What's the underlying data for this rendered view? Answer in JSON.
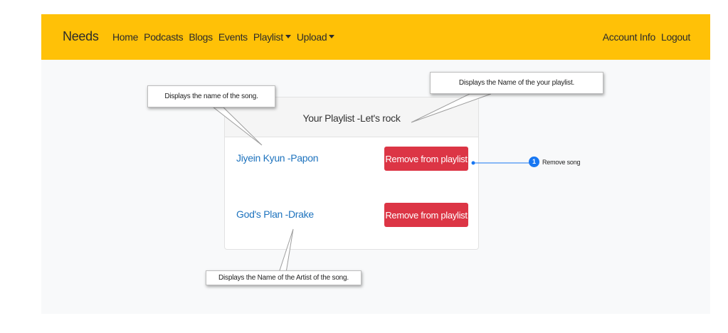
{
  "navbar": {
    "brand": "Needs",
    "links": [
      {
        "label": "Home"
      },
      {
        "label": "Podcasts"
      },
      {
        "label": "Blogs"
      },
      {
        "label": "Events"
      },
      {
        "label": "Playlist",
        "dropdown": true
      },
      {
        "label": "Upload",
        "dropdown": true
      }
    ],
    "right_links": [
      {
        "label": "Account Info"
      },
      {
        "label": "Logout"
      }
    ],
    "color": "#ffc107"
  },
  "playlist": {
    "title": "Your Playlist -Let's rock",
    "songs": [
      {
        "name": "Jiyein Kyun -Papon",
        "action": "Remove from playlist"
      },
      {
        "name": "God's Plan -Drake",
        "action": "Remove from playlist"
      }
    ],
    "link_color": "#1e73be",
    "button_color": "#dc3545"
  },
  "annotations": {
    "song_name": "Displays the name of the song.",
    "playlist_name": "Displays the Name of the your playlist.",
    "artist_name": "Displays the Name of the Artist of the song.",
    "step": {
      "number": "1",
      "label": "Remove song"
    }
  }
}
